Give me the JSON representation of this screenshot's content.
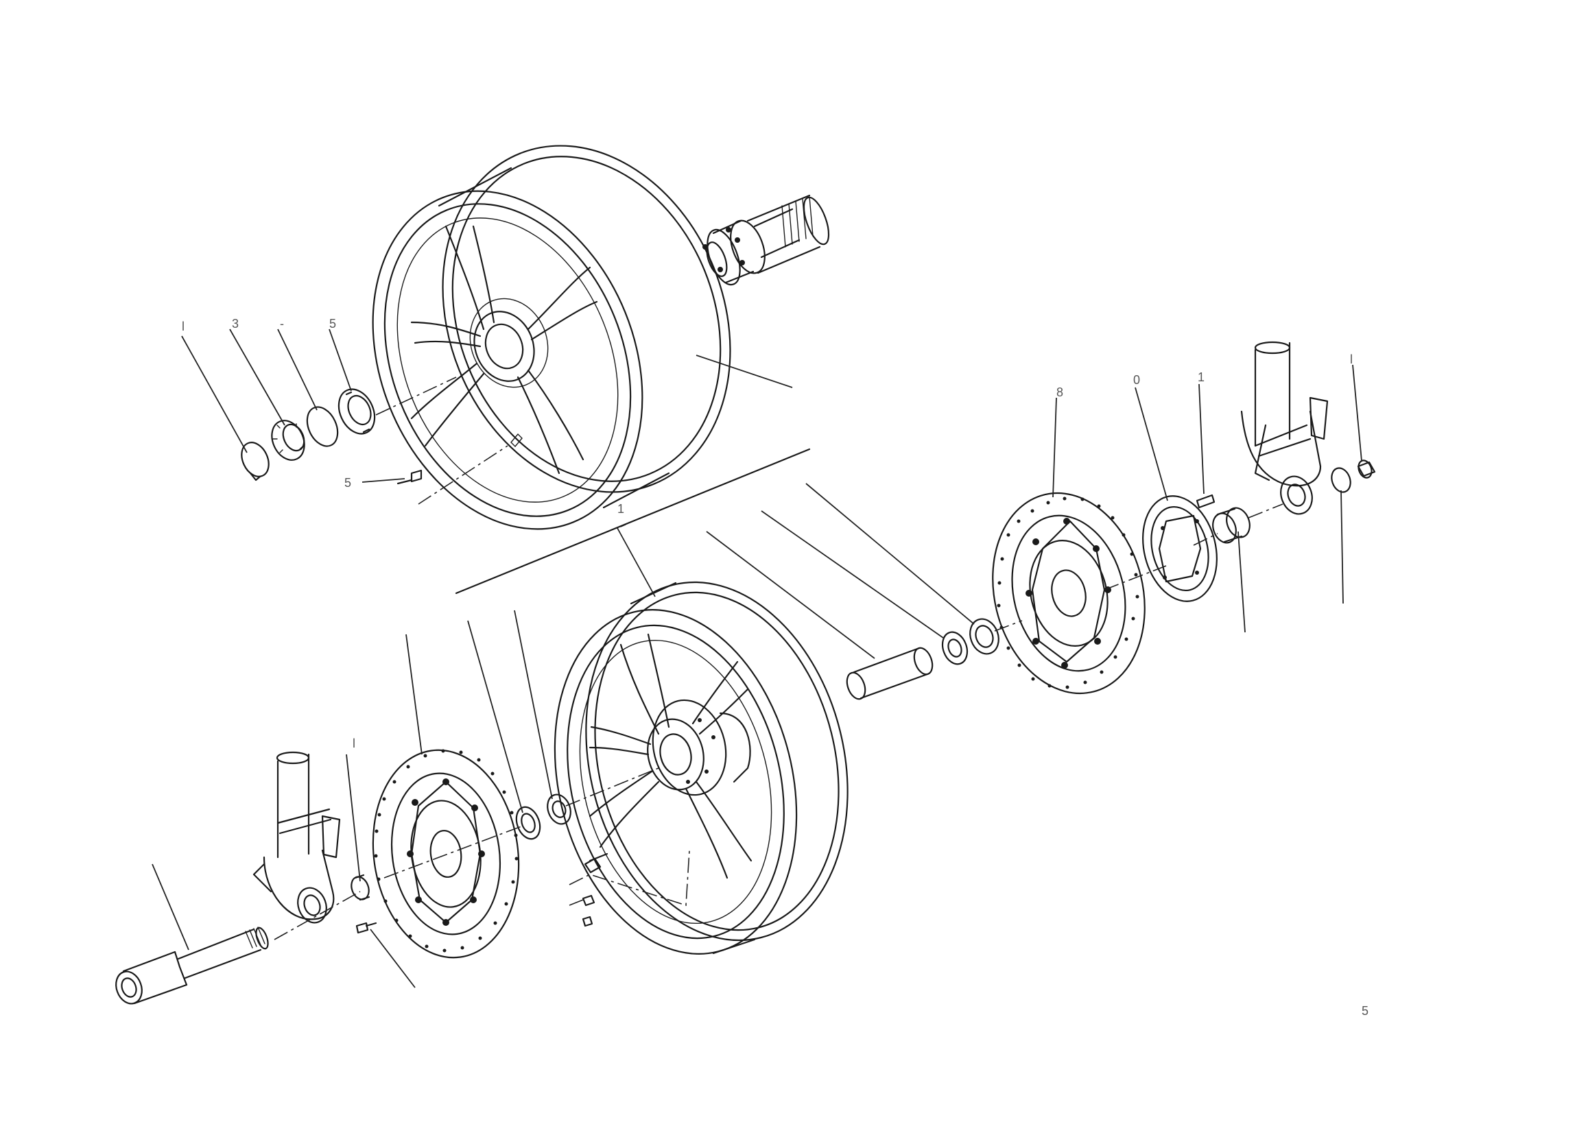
{
  "diagram": {
    "callouts": [
      "l",
      "3",
      "-",
      "5",
      "5",
      "1",
      "8",
      "0",
      "1",
      "l",
      "l",
      "5"
    ]
  },
  "colors": {
    "line": "#1a1a1a",
    "background": "#ffffff"
  },
  "icons": [
    "rear-wheel",
    "front-wheel",
    "brake-disc",
    "wheel-axle",
    "bearing",
    "seal",
    "fork-leg",
    "swingarm-pivot",
    "tone-ring",
    "valve-stem",
    "screw",
    "spacer",
    "circlip"
  ]
}
